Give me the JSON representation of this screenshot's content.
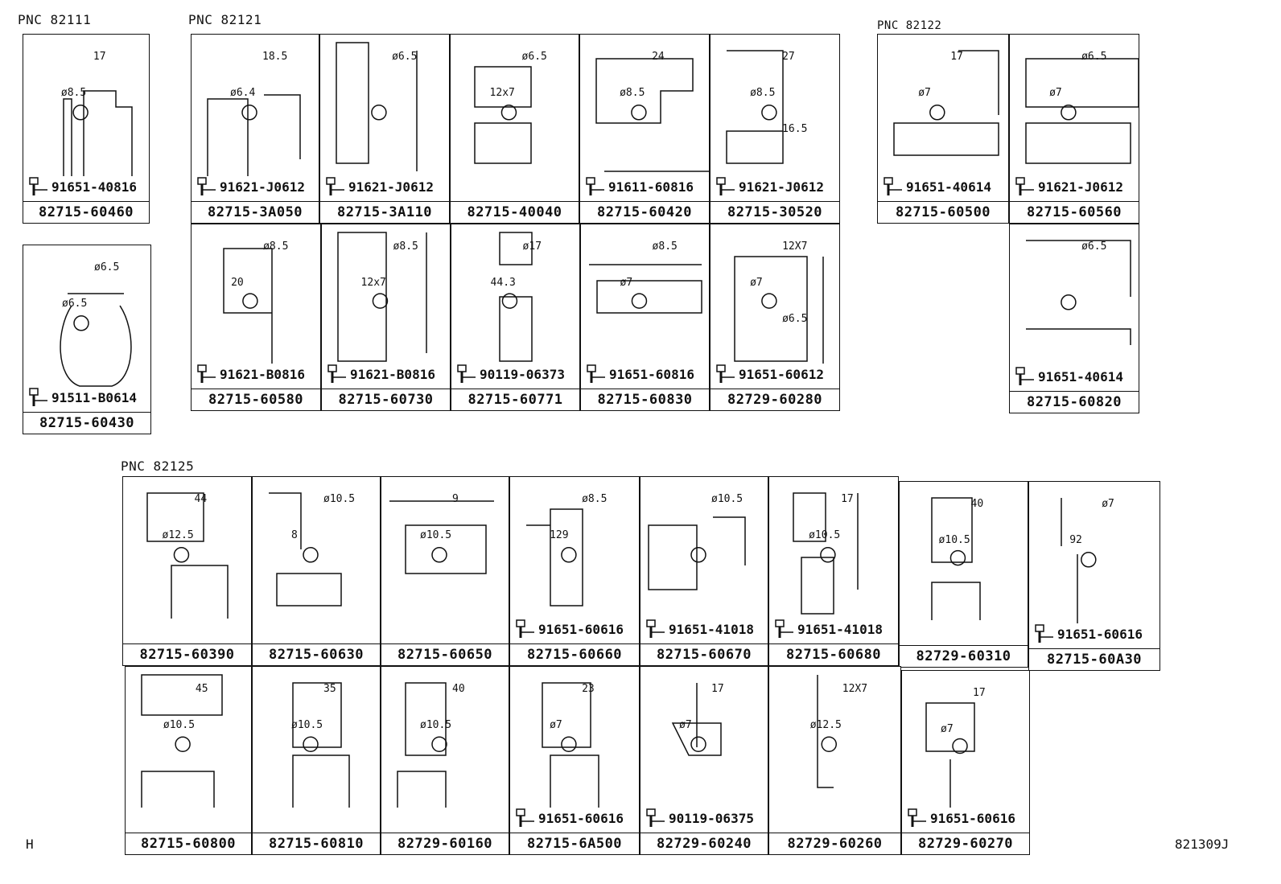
{
  "sections": {
    "pnc_82111": "PNC  82111",
    "pnc_82121": "PNC  82121",
    "pnc_82122": "PNC  82122",
    "pnc_82125": "PNC  82125"
  },
  "cells": {
    "c1": {
      "part": "82715-60460",
      "bolt": "91651-40816",
      "dims": [
        "17",
        "ø8.5"
      ]
    },
    "c2": {
      "part": "82715-60430",
      "bolt": "91511-B0614",
      "dims": [
        "ø6.5",
        "ø6.5"
      ]
    },
    "c3": {
      "part": "82715-3A050",
      "bolt": "91621-J0612",
      "dims": [
        "18.5",
        "ø6.4"
      ]
    },
    "c4": {
      "part": "82715-3A110",
      "bolt": "91621-J0612",
      "dims": [
        "ø6.5"
      ]
    },
    "c5": {
      "part": "82715-40040",
      "dims": [
        "ø6.5",
        "12x7"
      ]
    },
    "c6": {
      "part": "82715-60420",
      "bolt": "91611-60816",
      "dims": [
        "24",
        "ø8.5"
      ]
    },
    "c7": {
      "part": "82715-30520",
      "bolt": "91621-J0612",
      "dims": [
        "27",
        "ø8.5",
        "16.5"
      ]
    },
    "c8": {
      "part": "82715-60500",
      "bolt": "91651-40614",
      "dims": [
        "17",
        "ø7"
      ]
    },
    "c9": {
      "part": "82715-60560",
      "bolt": "91621-J0612",
      "dims": [
        "ø6.5",
        "ø7"
      ]
    },
    "c10": {
      "part": "82715-60580",
      "bolt": "91621-B0816",
      "dims": [
        "ø8.5",
        "20"
      ]
    },
    "c11": {
      "part": "82715-60730",
      "bolt": "91621-B0816",
      "dims": [
        "ø8.5",
        "12x7"
      ]
    },
    "c12": {
      "part": "82715-60771",
      "bolt": "90119-06373",
      "dims": [
        "ø17",
        "44.3"
      ]
    },
    "c13": {
      "part": "82715-60830",
      "bolt": "91651-60816",
      "dims": [
        "ø8.5",
        "ø7"
      ]
    },
    "c14": {
      "part": "82729-60280",
      "bolt": "91651-60612",
      "dims": [
        "12X7",
        "ø7",
        "ø6.5"
      ]
    },
    "c15": {
      "part": "82715-60820",
      "bolt": "91651-40614",
      "dims": [
        "ø6.5"
      ]
    },
    "c16": {
      "part": "82715-60390",
      "dims": [
        "44",
        "ø12.5"
      ]
    },
    "c17": {
      "part": "82715-60630",
      "dims": [
        "ø10.5",
        "8"
      ]
    },
    "c18": {
      "part": "82715-60650",
      "dims": [
        "9",
        "ø10.5"
      ]
    },
    "c19": {
      "part": "82715-60660",
      "bolt": "91651-60616",
      "dims": [
        "ø8.5",
        "129"
      ]
    },
    "c20": {
      "part": "82715-60670",
      "bolt": "91651-41018",
      "dims": [
        "ø10.5"
      ]
    },
    "c21": {
      "part": "82715-60680",
      "bolt": "91651-41018",
      "dims": [
        "17",
        "ø10.5"
      ]
    },
    "c22": {
      "part": "82729-60310",
      "dims": [
        "40",
        "ø10.5"
      ]
    },
    "c23": {
      "part": "82715-60A30",
      "bolt": "91651-60616",
      "dims": [
        "ø7",
        "92"
      ]
    },
    "c24": {
      "part": "82715-60800",
      "dims": [
        "45",
        "ø10.5"
      ]
    },
    "c25": {
      "part": "82715-60810",
      "dims": [
        "35",
        "ø10.5"
      ]
    },
    "c26": {
      "part": "82729-60160",
      "dims": [
        "40",
        "ø10.5"
      ]
    },
    "c27": {
      "part": "82715-6A500",
      "bolt": "91651-60616",
      "dims": [
        "23",
        "ø7"
      ]
    },
    "c28": {
      "part": "82729-60240",
      "bolt": "90119-06375",
      "dims": [
        "17",
        "ø7"
      ]
    },
    "c29": {
      "part": "82729-60260",
      "dims": [
        "12X7",
        "ø12.5"
      ]
    },
    "c30": {
      "part": "82729-60270",
      "bolt": "91651-60616",
      "dims": [
        "17",
        "ø7"
      ]
    }
  },
  "footer": {
    "left": "H",
    "right": "821309J"
  },
  "icons": {
    "bolt": "bolt-icon"
  }
}
